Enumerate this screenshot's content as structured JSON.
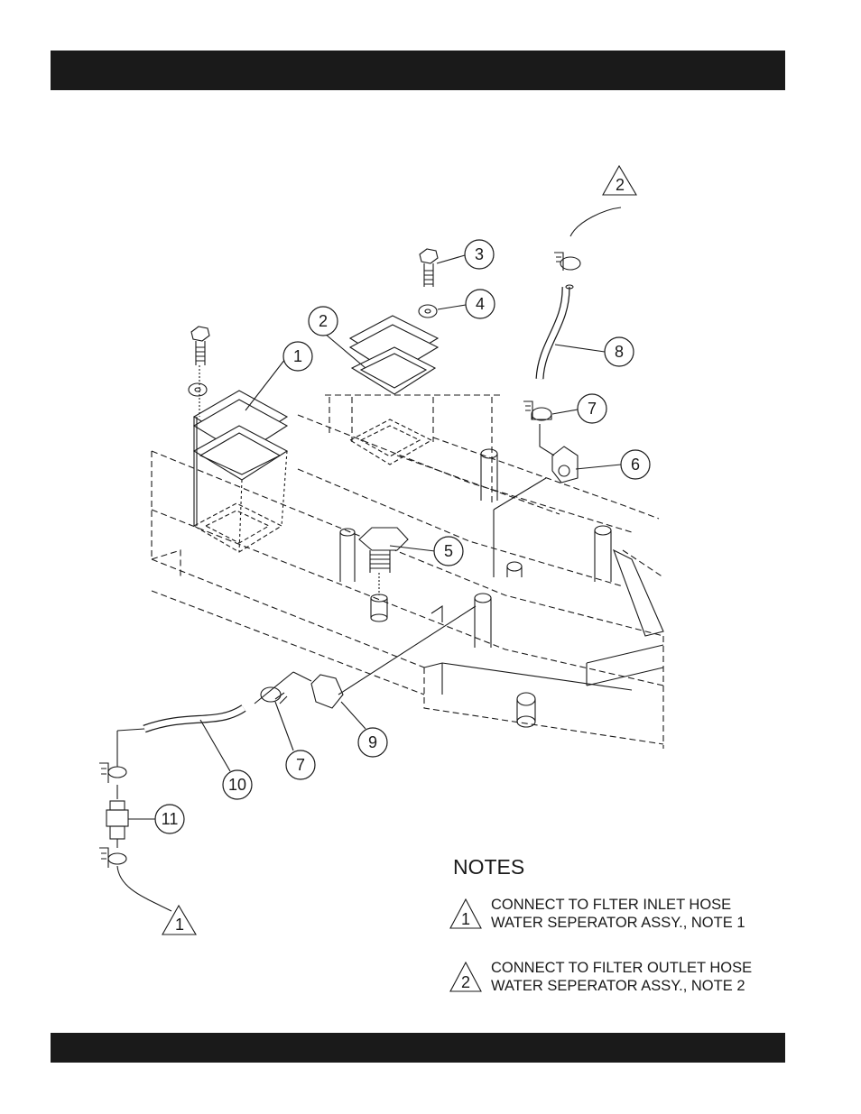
{
  "diagram": {
    "callouts": [
      "1",
      "2",
      "3",
      "4",
      "5",
      "6",
      "7",
      "8",
      "9",
      "10",
      "11"
    ],
    "triangle_markers": [
      "1",
      "2"
    ]
  },
  "notes": {
    "title": "NOTES",
    "items": [
      {
        "marker": "1",
        "line1": "CONNECT TO FLTER INLET HOSE",
        "line2": "WATER SEPERATOR ASSY., NOTE 1"
      },
      {
        "marker": "2",
        "line1": "CONNECT TO FILTER OUTLET HOSE",
        "line2": "WATER SEPERATOR ASSY., NOTE 2"
      }
    ]
  },
  "colors": {
    "ink": "#1a1a1a",
    "bar": "#1a1a1a",
    "paper": "#ffffff"
  }
}
